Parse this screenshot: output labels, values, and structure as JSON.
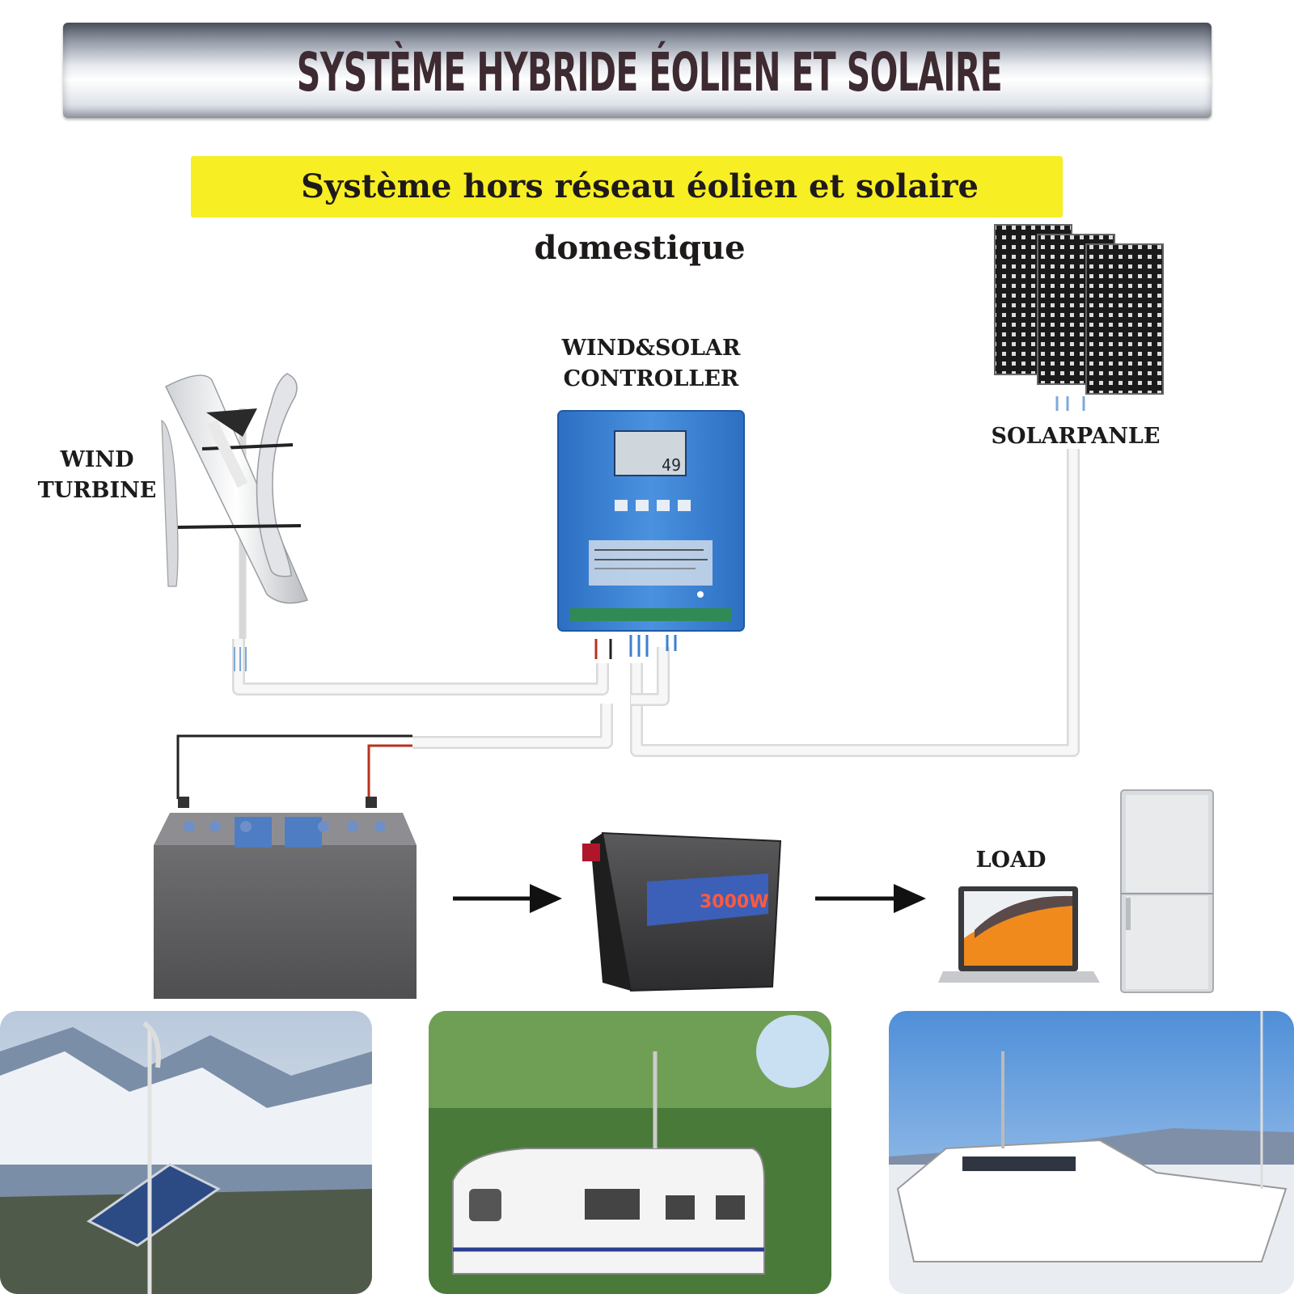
{
  "title": "SYSTÈME HYBRIDE ÉOLIEN ET SOLAIRE",
  "subtitle": "Système hors réseau éolien et solaire domestique",
  "labels": {
    "wind_turbine": "WIND TURBINE",
    "controller_line1": "WIND&SOLAR",
    "controller_line2": "CONTROLLER",
    "solar_panel": "SOLARPANLE",
    "load": "LOAD"
  },
  "controller_display": "49",
  "inverter_label": "3000W",
  "colors": {
    "title_text": "#3e2a31",
    "subtitle_highlight": "#f7ee24",
    "controller_blue": "#3b7fd0",
    "battery_gray": "#5c5c5e",
    "cable_white": "#f2f2f2",
    "laptop_orange": "#f08a1c"
  },
  "icons": [
    "wind-turbine-icon",
    "controller-icon",
    "solar-panel-icon",
    "battery-icon",
    "inverter-icon",
    "laptop-icon",
    "fridge-icon",
    "arrow-right-icon"
  ],
  "photos": [
    "mountain-scene-photo",
    "caravan-scene-photo",
    "yacht-scene-photo"
  ]
}
